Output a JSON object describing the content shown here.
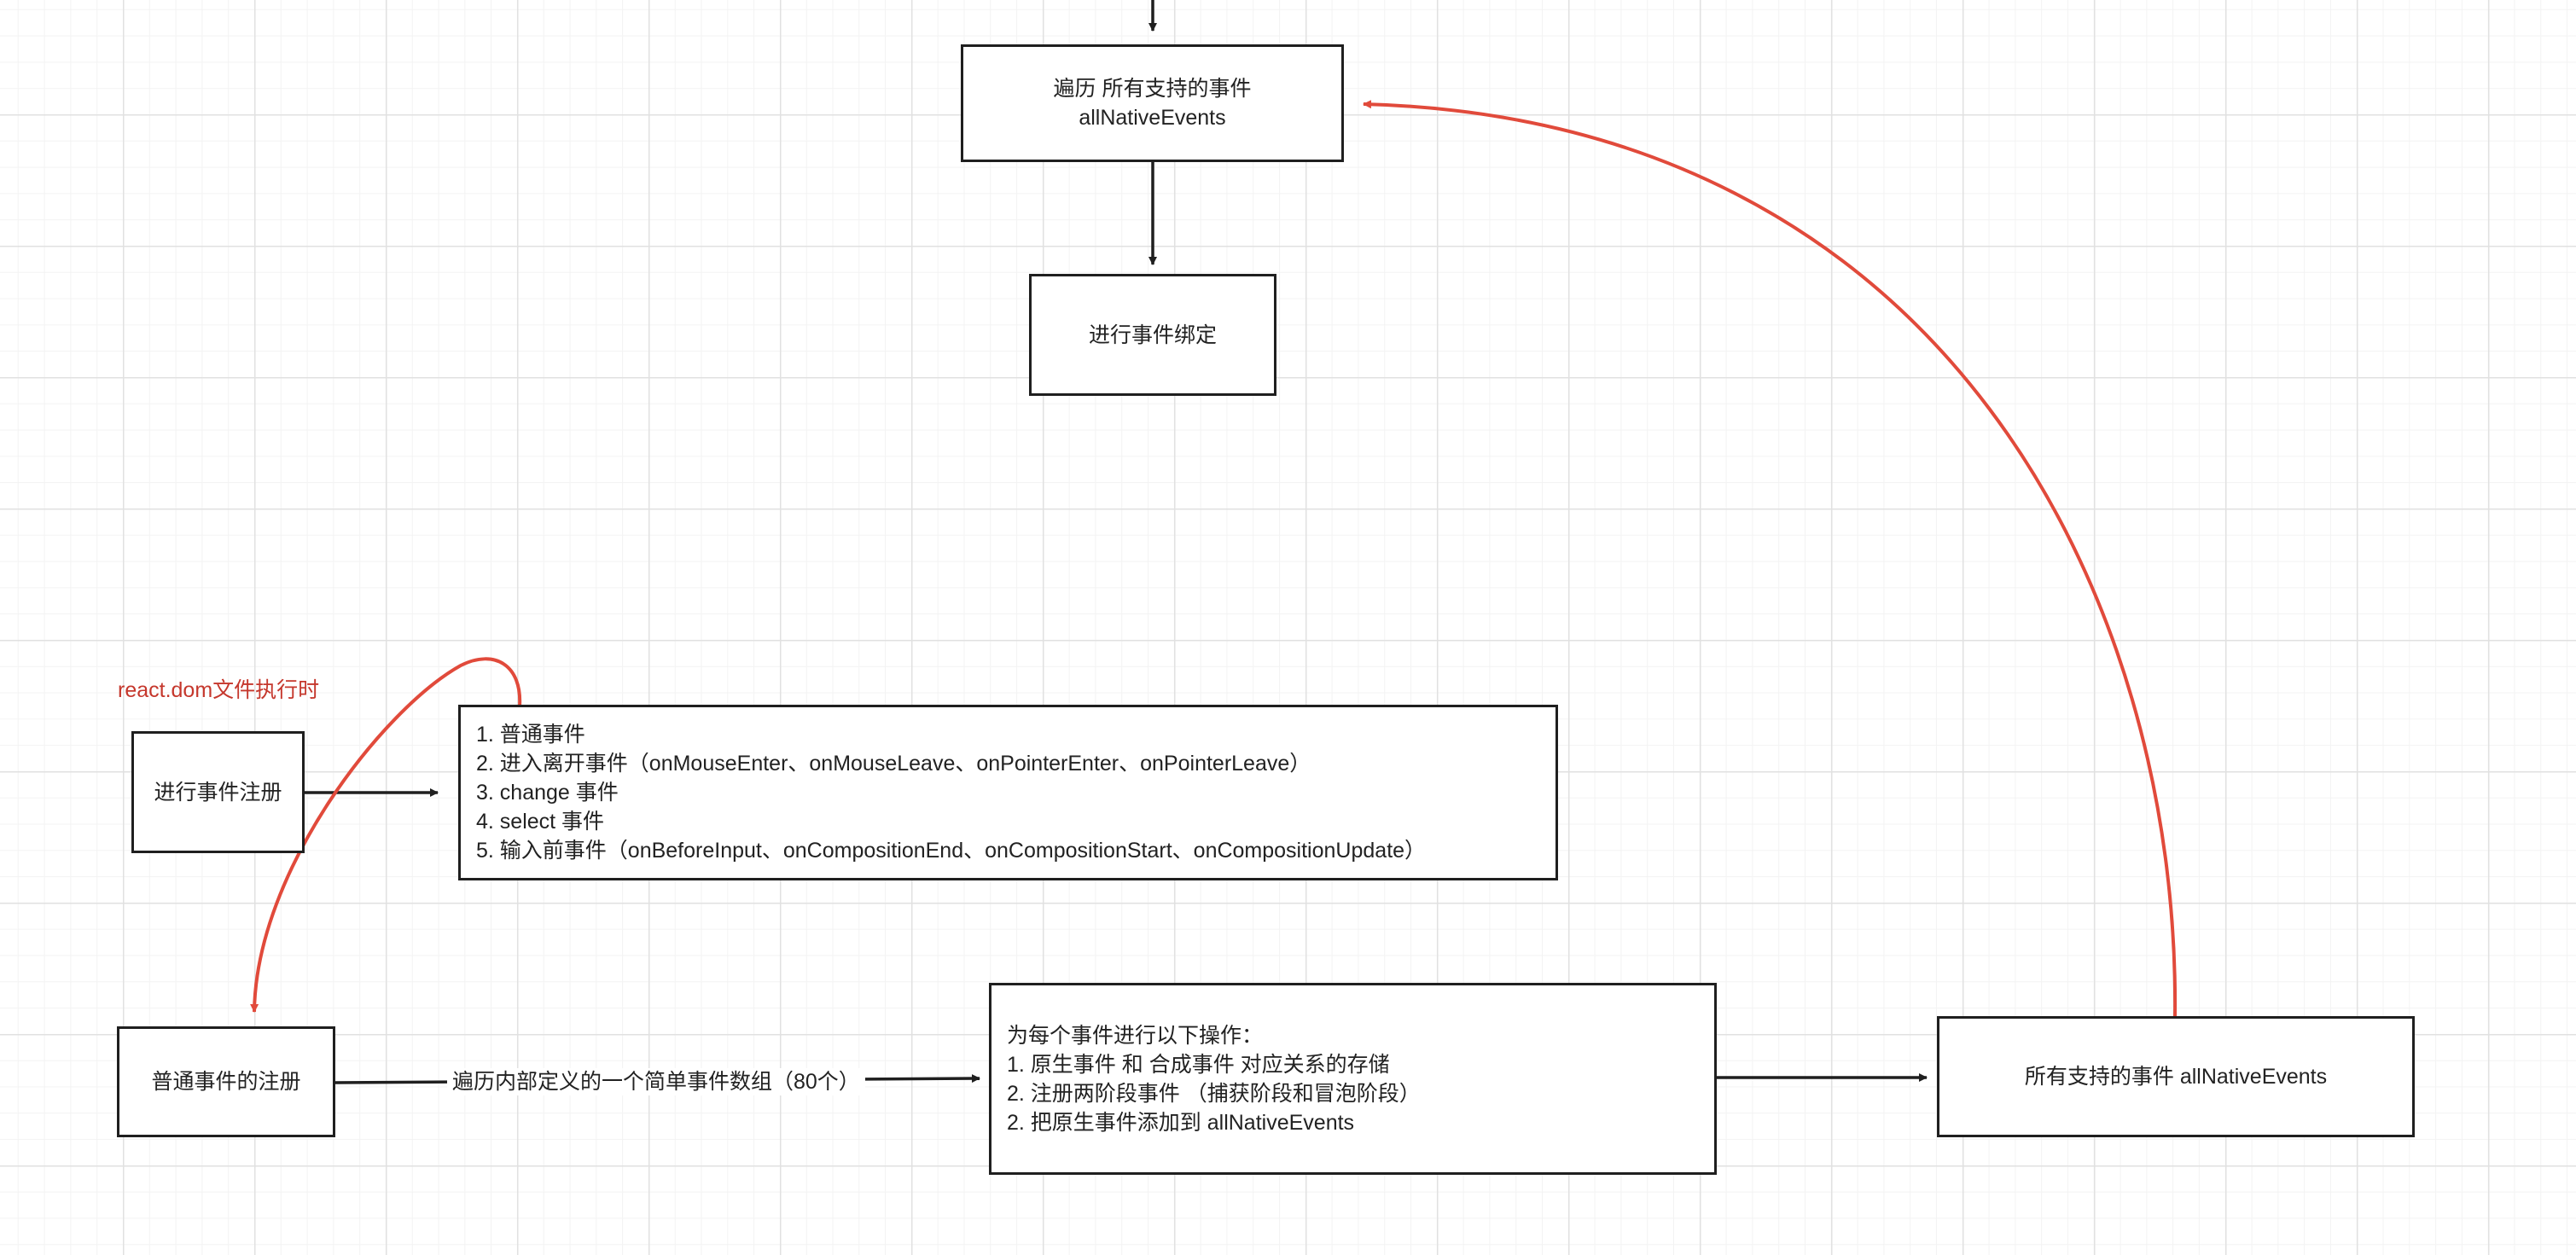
{
  "nodes": {
    "traverse": {
      "lines": [
        "遍历 所有支持的事件",
        "allNativeEvents"
      ]
    },
    "bind": {
      "text": "进行事件绑定"
    },
    "register": {
      "text": "进行事件注册"
    },
    "categories": {
      "lines": [
        "1. 普通事件",
        "2. 进入离开事件（onMouseEnter、onMouseLeave、onPointerEnter、onPointerLeave）",
        "3. change 事件",
        "4. select 事件",
        "5. 输入前事件（onBeforeInput、onCompositionEnd、onCompositionStart、onCompositionUpdate）"
      ]
    },
    "simple": {
      "text": "普通事件的注册"
    },
    "per_event": {
      "lines": [
        "为每个事件进行以下操作：",
        "1. 原生事件 和 合成事件 对应关系的存储",
        "2. 注册两阶段事件 （捕获阶段和冒泡阶段）",
        "2. 把原生事件添加到 allNativeEvents"
      ]
    },
    "all_events": {
      "text": "所有支持的事件 allNativeEvents"
    }
  },
  "edge_labels": {
    "simple_to_per_event": "遍历内部定义的一个简单事件数组（80个）"
  },
  "annotations": {
    "timing": "react.dom文件执行时"
  },
  "colors": {
    "stroke": "#1f1f1f",
    "accent": "#e14a3b",
    "annotation_text": "#c5372c",
    "grid_major": "#e1e1e1",
    "grid_minor": "#f3f3f3",
    "background": "#ffffff"
  }
}
